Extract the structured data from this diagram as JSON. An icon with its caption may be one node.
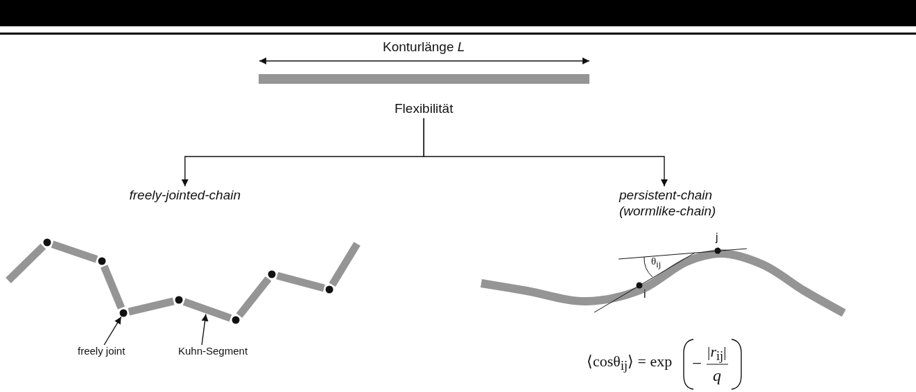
{
  "diagram": {
    "nodes": [
      {
        "text": [
          "Flexibilität"
        ]
      },
      {
        "text": [
          "freely-jointed-chain"
        ]
      },
      {
        "text": [
          "persistent-chain (wormlike-chain)"
        ]
      },
      {
        "text": [
          "freely joint"
        ]
      },
      {
        "text": [
          "Kuhn-Segment"
        ]
      },
      {
        "text": [],
        "shape": "circle"
      },
      {
        "text": [],
        "shape": "bar"
      }
    ],
    "edges": [
      {
        "from": 0,
        "to": 1,
        "arrow": "to"
      },
      {
        "from": 0,
        "to": 2,
        "arrow": "to"
      },
      {
        "from": 3,
        "to": 5,
        "arrow": "to"
      },
      {
        "from": 4,
        "to": 6,
        "arrow": "to"
      }
    ],
    "labels": [
      "Konturlänge *L*",
      "j",
      "θ$_{ij}$",
      "i",
      "⟨cosθ$_{ij}$⟩ = exp",
      "−",
      "|*r*$_{ij}$|",
      "*q*"
    ]
  }
}
